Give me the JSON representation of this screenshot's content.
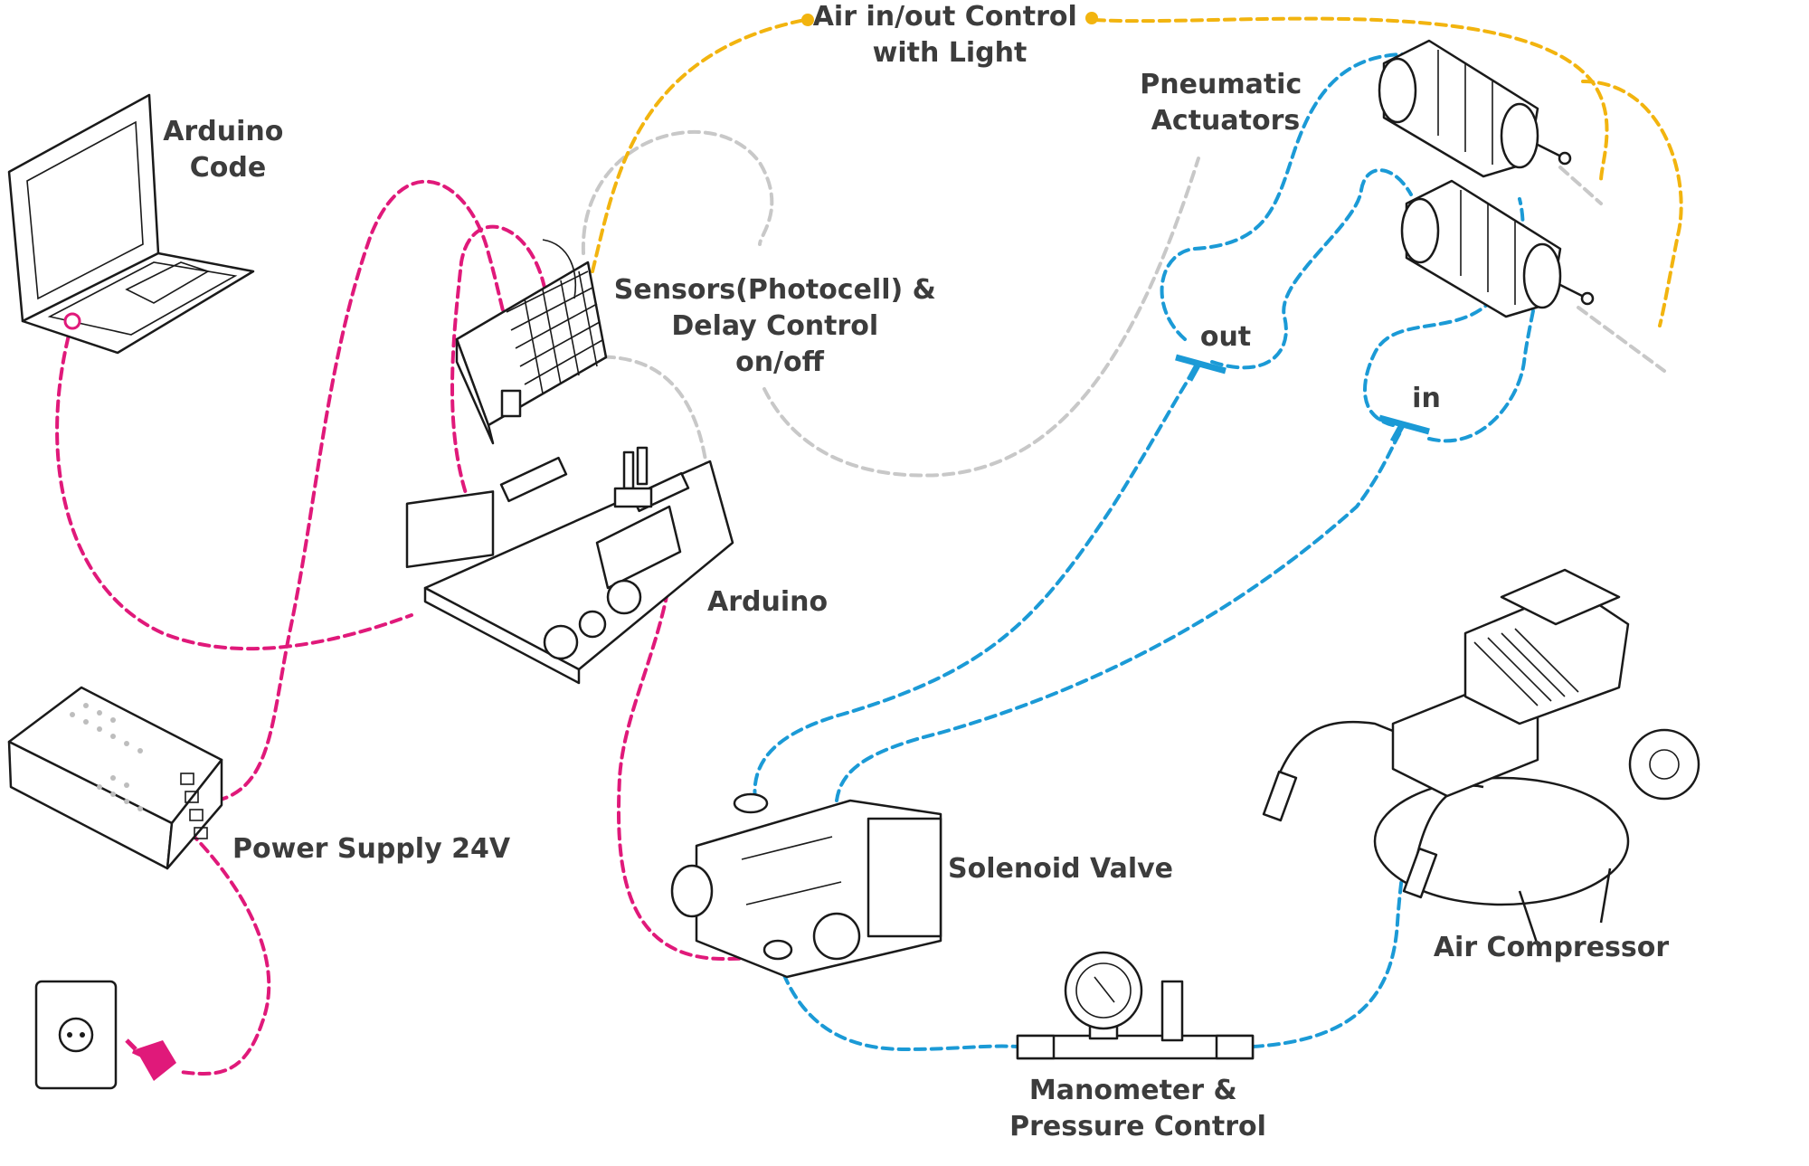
{
  "labels": {
    "arduino_code": [
      "Arduino",
      "Code"
    ],
    "air_control": [
      "Air in/out Control",
      "with Light"
    ],
    "pneumatic_actuators": [
      "Pneumatic",
      "Actuators"
    ],
    "sensors": [
      "Sensors(Photocell) &",
      "Delay Control",
      "on/off"
    ],
    "arduino": "Arduino",
    "power_supply": "Power Supply 24V",
    "solenoid_valve": "Solenoid Valve",
    "air_compressor": "Air Compressor",
    "manometer": [
      "Manometer &",
      "Pressure Control"
    ],
    "port_out": "out",
    "port_in": "in"
  },
  "colors": {
    "power_wire": "#e0197a",
    "air_hose": "#1b9ad6",
    "control_wire": "#f2b40f",
    "sensor_wire": "#c8c8c8",
    "outline": "#1a1a1a",
    "label_text": "#3c3c3c"
  }
}
